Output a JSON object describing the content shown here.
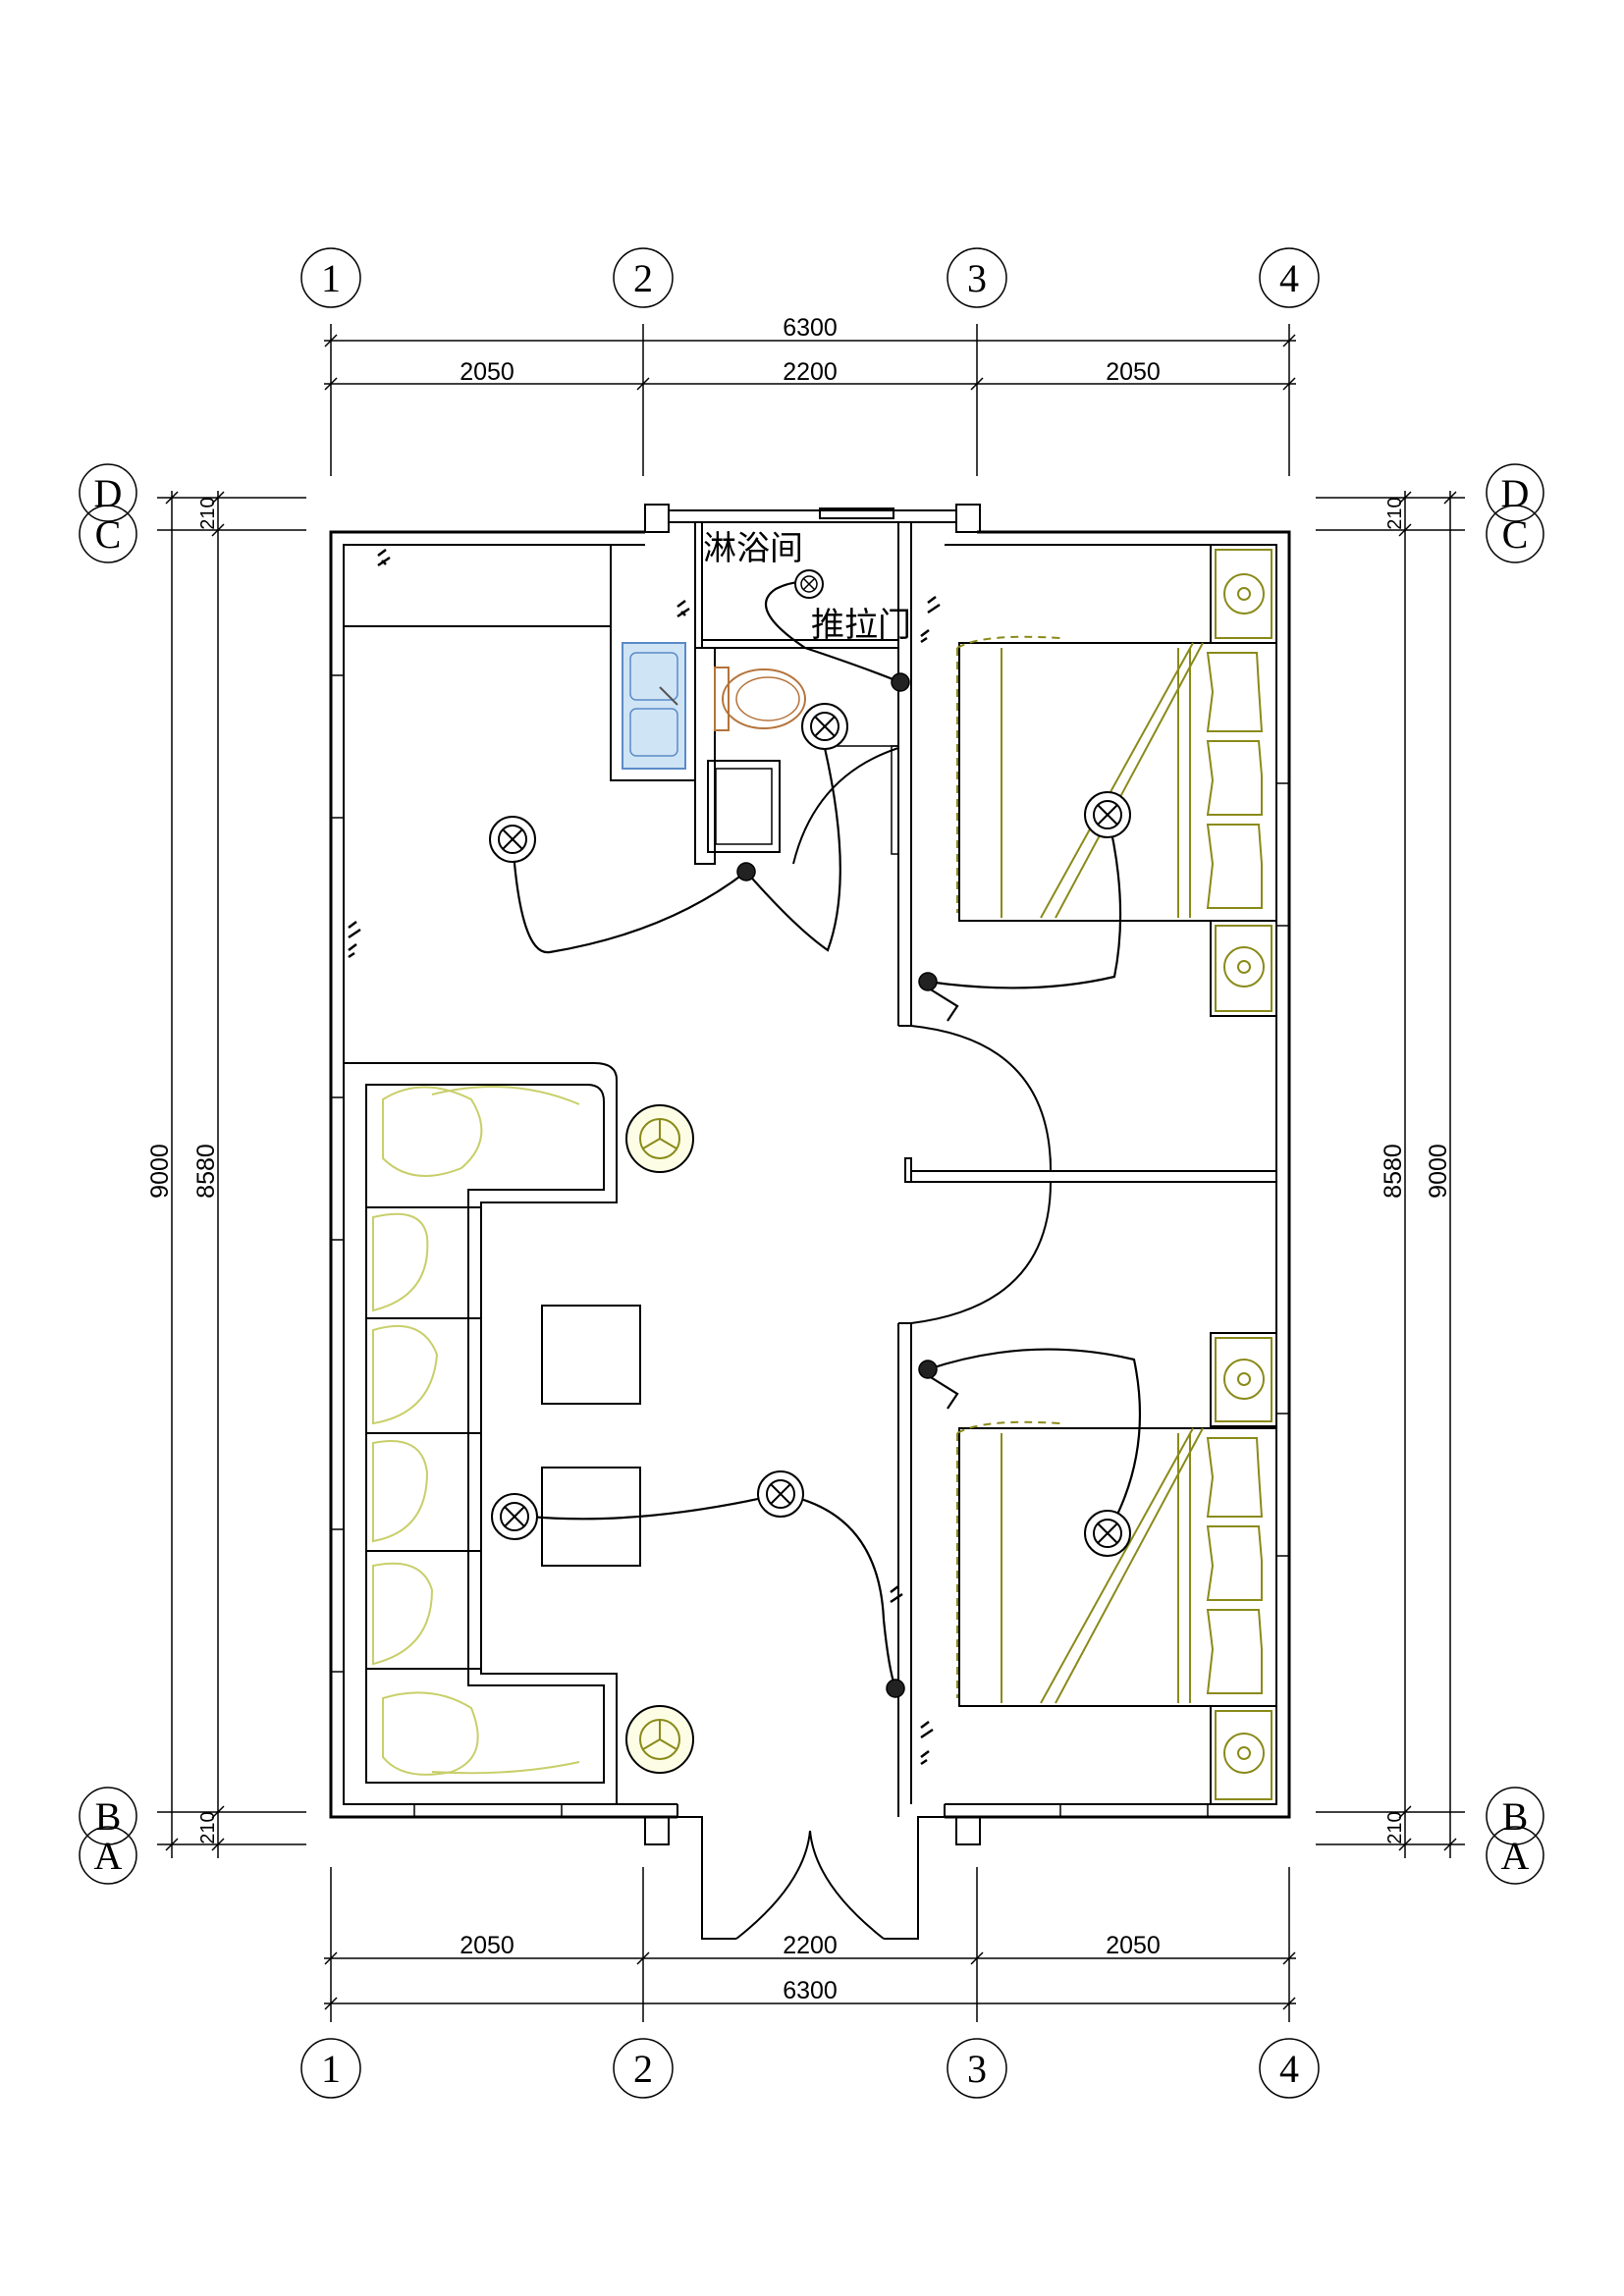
{
  "axes": {
    "columns": [
      "1",
      "2",
      "3",
      "4"
    ],
    "rows_top": [
      "D",
      "C"
    ],
    "rows_bottom": [
      "B",
      "A"
    ]
  },
  "dimensions": {
    "top_total": "6300",
    "top_segments": [
      "2050",
      "2200",
      "2050"
    ],
    "bottom_total": "6300",
    "bottom_segments": [
      "2050",
      "2200",
      "2050"
    ],
    "left_total": "9000",
    "left_inner": "8580",
    "left_top_small": "210",
    "left_bottom_small": "210",
    "right_total": "9000",
    "right_inner": "8580",
    "right_top_small": "210",
    "right_bottom_small": "210"
  },
  "labels": {
    "shower": "淋浴间",
    "sliding_door": "推拉门"
  },
  "colors": {
    "lines": "#000000",
    "bed_fixtures": "#8a8a1a",
    "sofa_pillows": "#c8cf6a",
    "sink_fill": "#cfe4f5",
    "sink_stroke": "#5b8bc7",
    "toilet": "#b4733a"
  }
}
